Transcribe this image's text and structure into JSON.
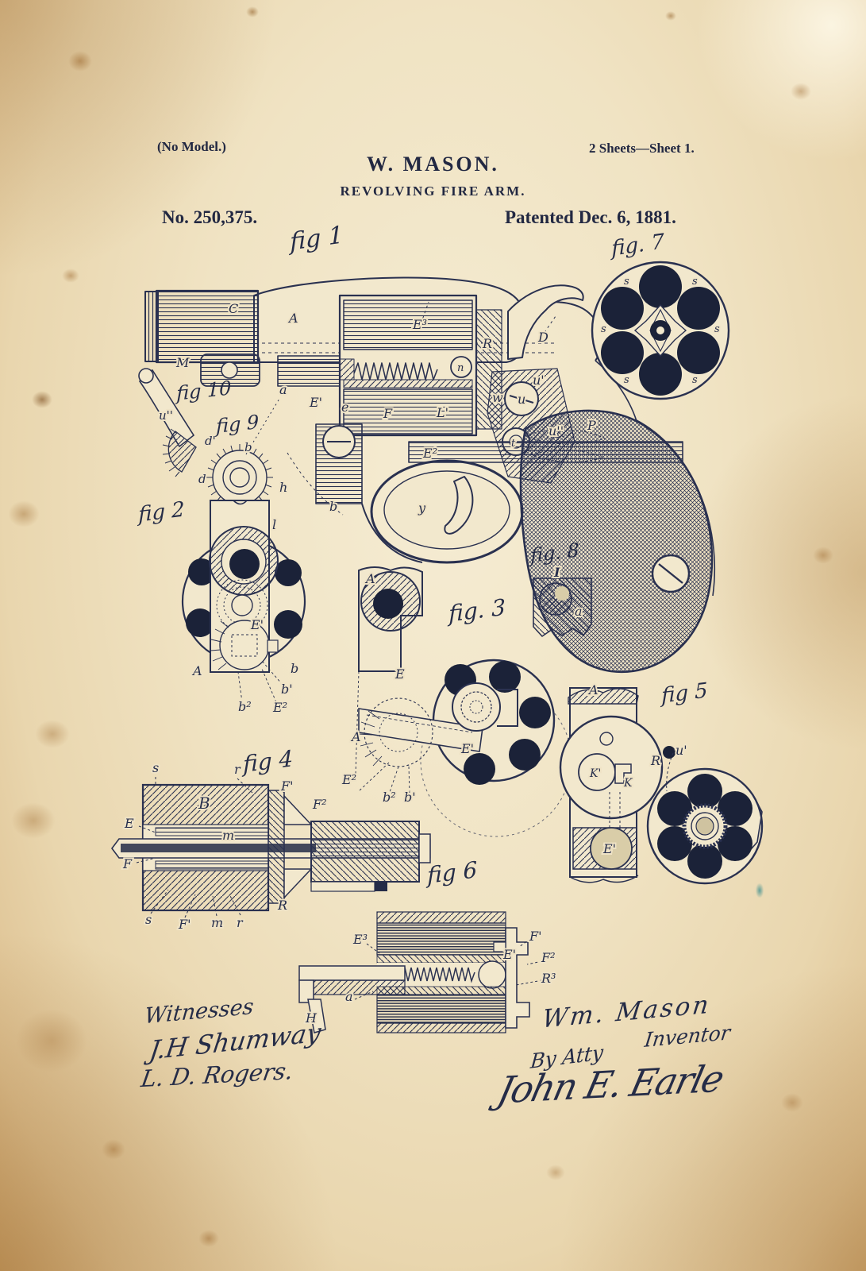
{
  "palette": {
    "ink": "#2a3150",
    "ink_dark": "#1b2238",
    "paper": "#f0e3c3",
    "paper_light": "#f2e8cd",
    "stain": "#a06a28",
    "teal_mark": "#3f8f8f"
  },
  "header": {
    "no_model": "(No Model.)",
    "sheets": "2 Sheets—Sheet 1.",
    "inventor": "W. MASON.",
    "title": "REVOLVING FIRE ARM.",
    "patent_number": "No. 250,375.",
    "patent_date": "Patented Dec. 6, 1881."
  },
  "figures": {
    "fig1": {
      "label": "fig 1",
      "parts": [
        "C",
        "A",
        "E³",
        "R",
        "D",
        "M",
        "a",
        "u",
        "E'",
        "e",
        "F",
        "L'",
        "E²",
        "n",
        "w",
        "u'",
        "u''",
        "t",
        "P",
        "h",
        "b",
        "y"
      ]
    },
    "fig2": {
      "label": "fig 2",
      "parts": [
        "l",
        "A",
        "E'",
        "b",
        "b'",
        "b²",
        "E²"
      ]
    },
    "fig3": {
      "label": "fig. 3",
      "parts": [
        "A",
        "E",
        "A",
        "E'",
        "E²",
        "b²",
        "b'"
      ]
    },
    "fig4": {
      "label": "fig 4",
      "parts": [
        "s",
        "r",
        "F'",
        "F²",
        "E",
        "F",
        "B",
        "m",
        "R",
        "s",
        "F'",
        "m",
        "r"
      ]
    },
    "fig5": {
      "label": "fig 5",
      "parts": [
        "A",
        "u'",
        "R",
        "K'",
        "K",
        "E'"
      ]
    },
    "fig6": {
      "label": "fig 6",
      "parts": [
        "E³",
        "E'",
        "F'",
        "F²",
        "R³",
        "a",
        "H"
      ]
    },
    "fig7": {
      "label": "fig. 7",
      "parts": [
        "s",
        "s",
        "s",
        "s",
        "s",
        "s"
      ]
    },
    "fig8": {
      "label": "fig. 8",
      "parts": [
        "I",
        "a"
      ]
    },
    "fig9": {
      "label": "fig 9",
      "parts": [
        "b",
        "d"
      ]
    },
    "fig10": {
      "label": "fig 10",
      "parts": [
        "u''",
        "d'"
      ]
    }
  },
  "signatures": {
    "witnesses_label": "Witnesses",
    "witness_1": "J.H Shumway",
    "witness_2": "L. D. Rogers.",
    "inventor_name": "Wm. Mason",
    "inventor_role": "Inventor",
    "by_atty": "By Atty",
    "attorney_signature": "John E. Earle"
  }
}
